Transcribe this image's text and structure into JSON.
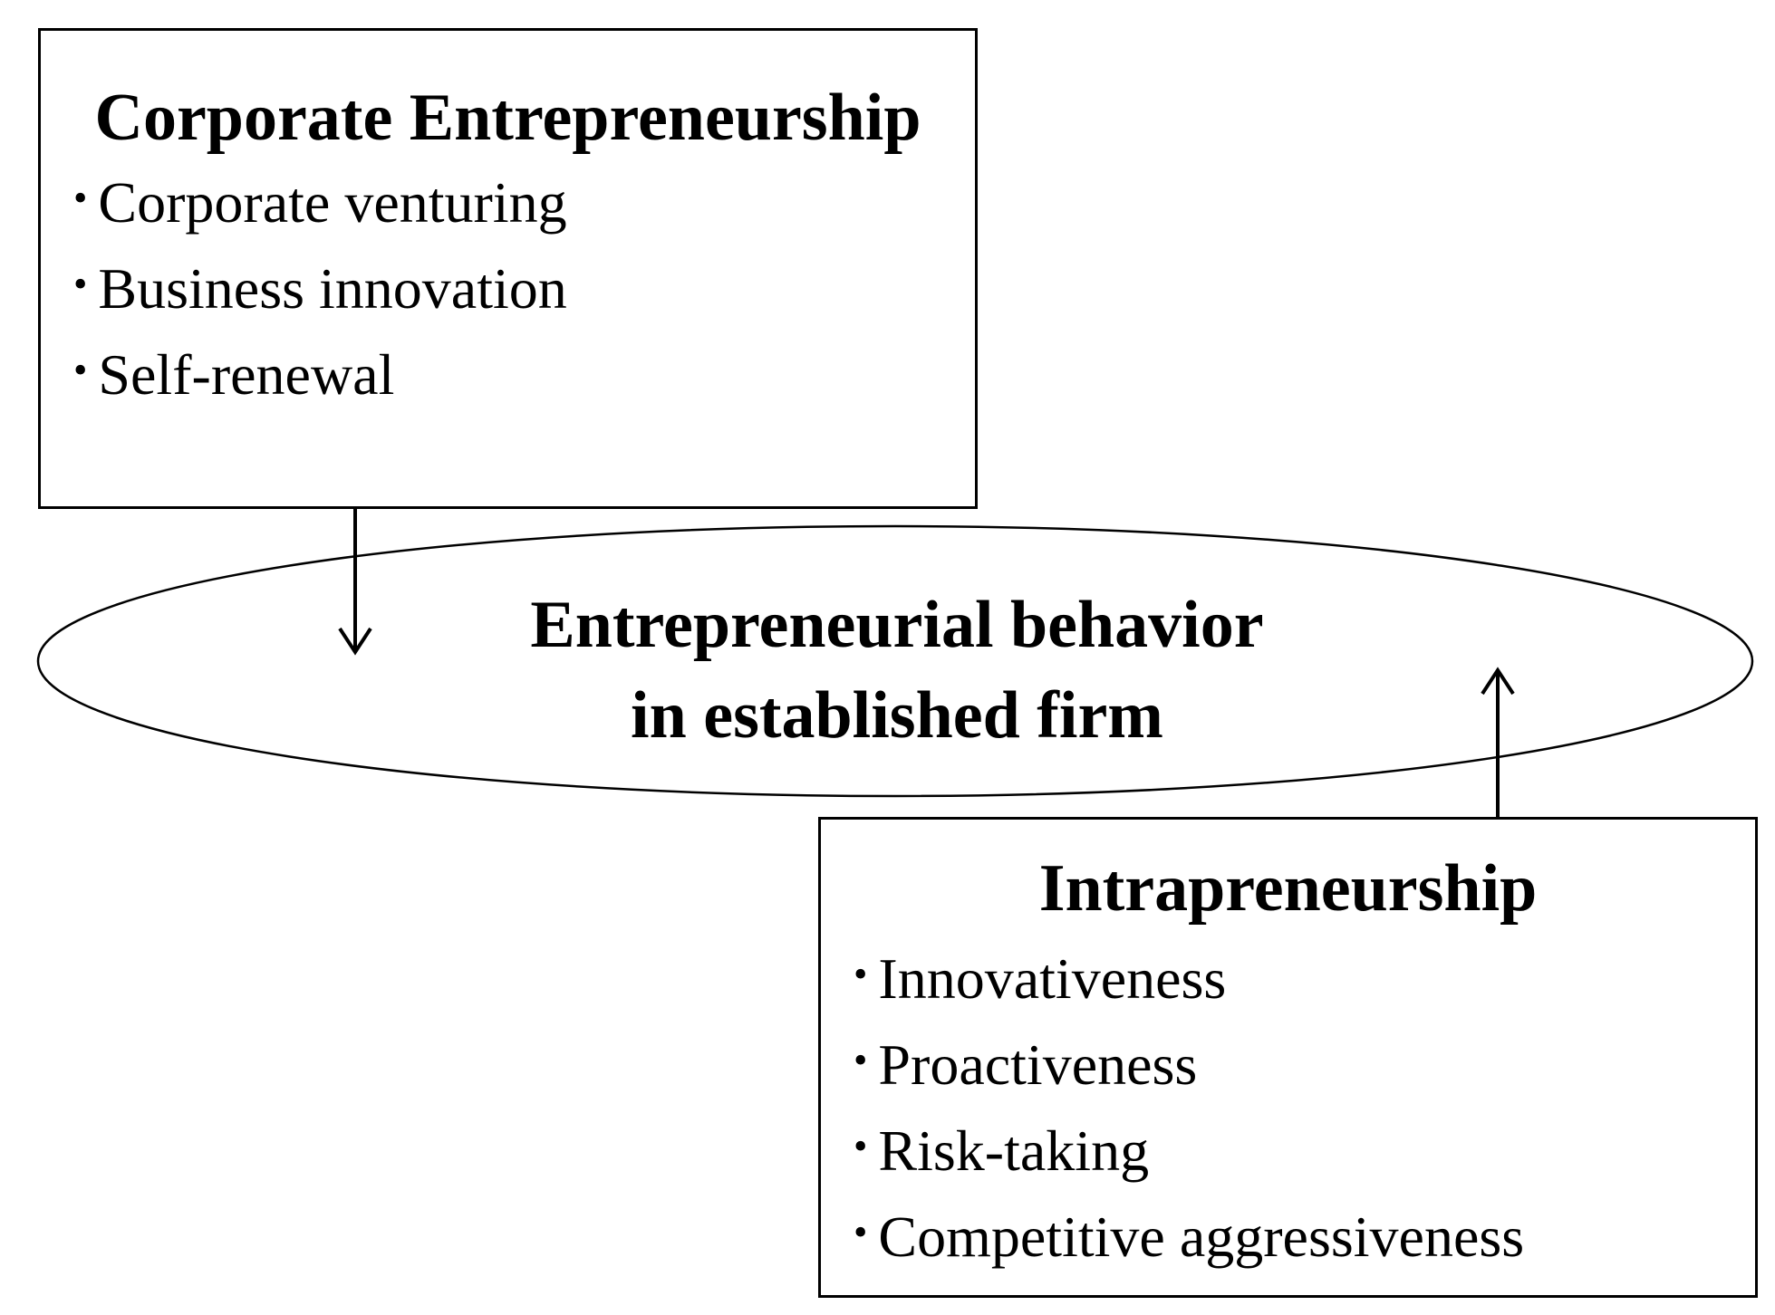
{
  "corporate": {
    "title": "Corporate Entrepreneurship",
    "items": [
      "Corporate venturing",
      "Business innovation",
      "Self-renewal"
    ]
  },
  "center": {
    "line1": "Entrepreneurial behavior",
    "line2": "in established firm"
  },
  "intrapreneurship": {
    "title": "Intrapreneurship",
    "items": [
      "Innovativeness",
      "Proactiveness",
      "Risk-taking",
      "Competitive aggressiveness"
    ]
  },
  "bullet_symbol": "•"
}
